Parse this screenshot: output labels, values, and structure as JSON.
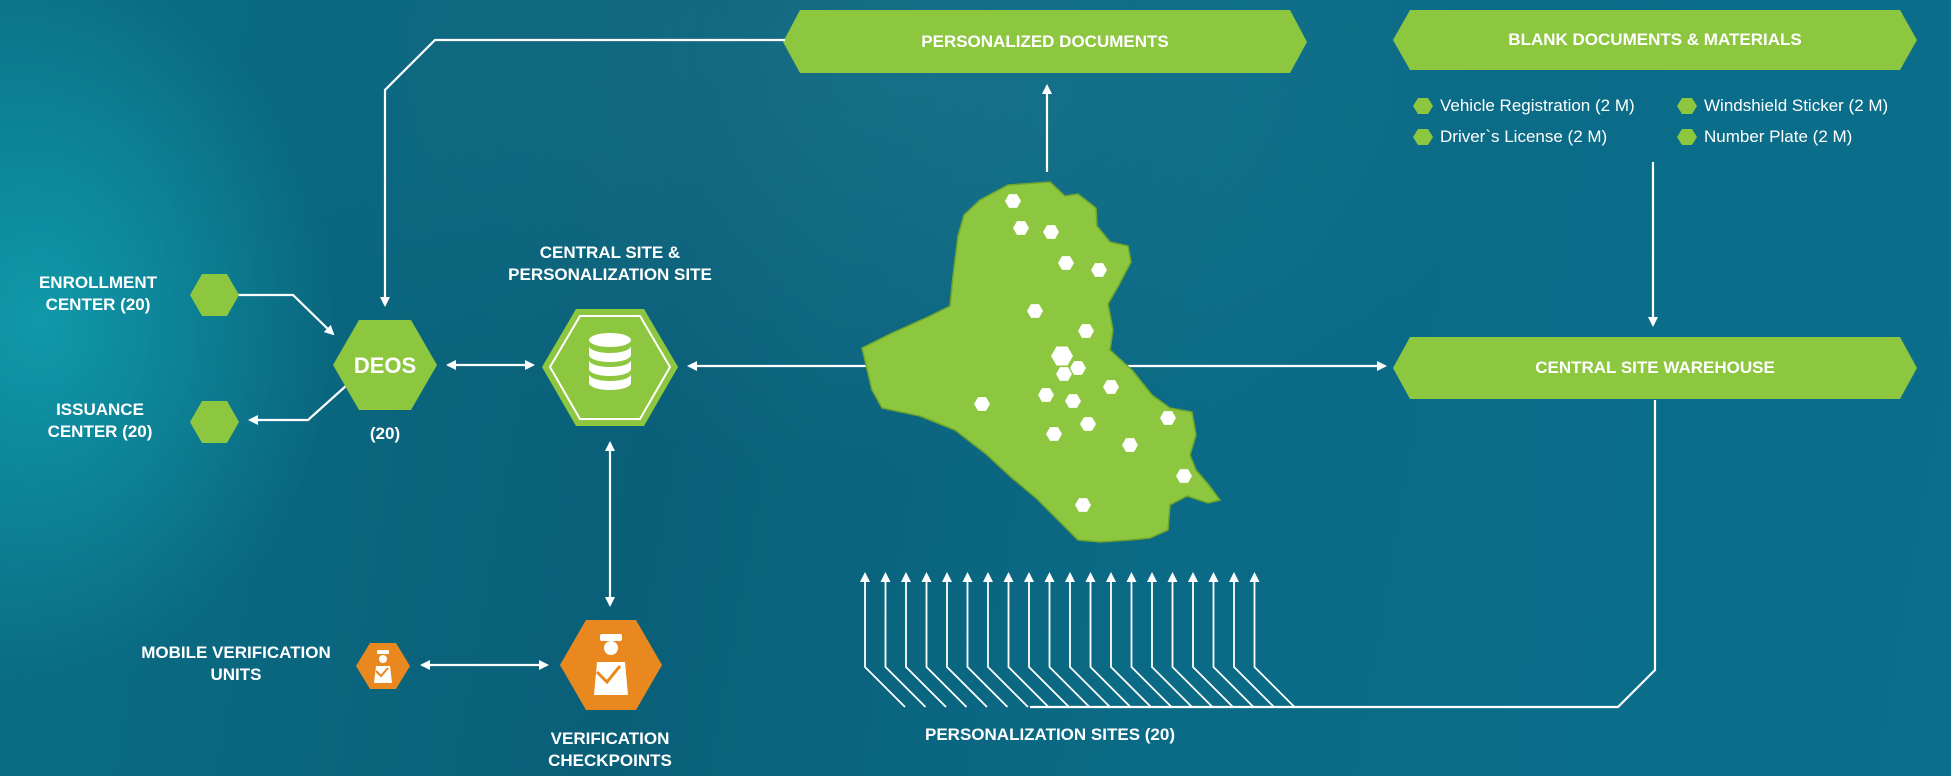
{
  "personalized_documents": "PERSONALIZED DOCUMENTS",
  "blank_documents": "BLANK DOCUMENTS & MATERIALS",
  "legend": [
    "Vehicle Registration (2 M)",
    "Windshield Sticker (2 M)",
    "Driver`s License (2 M)",
    "Number Plate (2 M)"
  ],
  "enrollment_center": "ENROLLMENT CENTER (20)",
  "issuance_center": "ISSUANCE CENTER (20)",
  "deos": "DEOS",
  "deos_count": "(20)",
  "central_site": "CENTRAL SITE & PERSONALIZATION SITE",
  "central_warehouse": "CENTRAL SITE WAREHOUSE",
  "mobile_verification": "MOBILE VERIFICATION UNITS",
  "verification_checkpoints": "VERIFICATION CHECKPOINTS",
  "personalization_sites": "PERSONALIZATION SITES (20)",
  "colors": {
    "green": "#8dc63f",
    "orange": "#e8881e",
    "line": "#ffffff"
  }
}
